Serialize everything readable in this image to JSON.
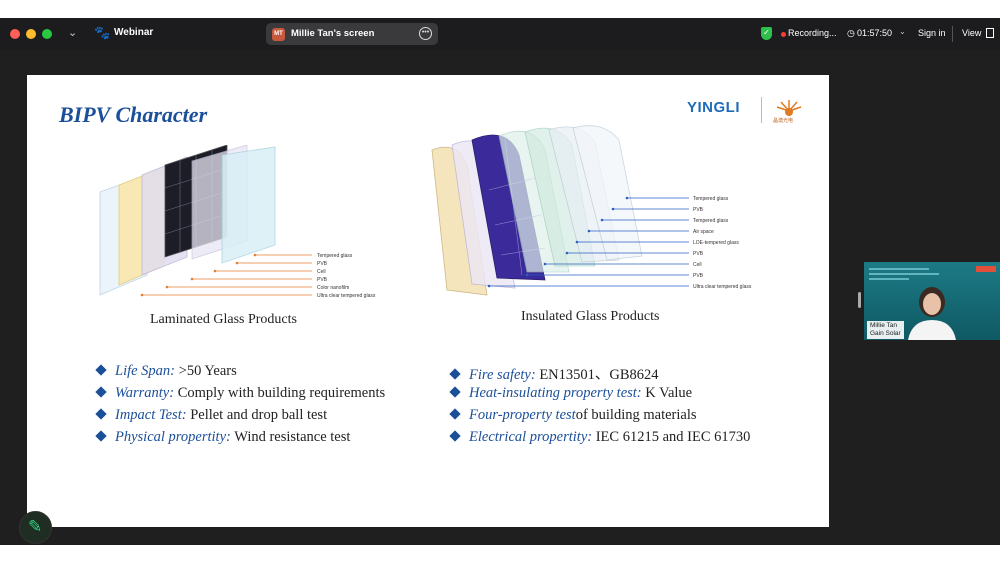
{
  "topbar": {
    "app_label": "Webinar",
    "share_avatar": "MT",
    "share_title": "Millie Tan's screen",
    "recording": "Recording...",
    "timer": "01:57:50",
    "signin": "Sign in",
    "view": "View"
  },
  "slide": {
    "title": "BIPV Character",
    "logo": "YINGLI",
    "logo_sub": "晶澳光电",
    "left_caption": "Laminated Glass Products",
    "right_caption": "Insulated Glass Products",
    "left_layers": [
      "Tempered glass",
      "PVB",
      "Cell",
      "PVB",
      "Color nanofilm",
      "Ultra clear tempered glass"
    ],
    "right_layers": [
      "Tempered glass",
      "PVB",
      "Tempered glass",
      "Air space",
      "LOE-tempered glass",
      "PVB",
      "Cell",
      "PVB",
      "Ultra clear tempered glass"
    ],
    "left_bullets": [
      {
        "key": "Life Span:",
        "text": ">50 Years"
      },
      {
        "key": "Warranty:",
        "text": "Comply with building requirements"
      },
      {
        "key": "Impact Test:",
        "text": "Pellet and drop ball test"
      },
      {
        "key": "Physical propertity:",
        "text": "Wind resistance test"
      }
    ],
    "right_bullets": [
      {
        "key": "Fire safety:",
        "text": "EN13501、GB8624"
      },
      {
        "key": "Heat-insulating property test:",
        "text": "K Value"
      },
      {
        "key": "Four-property test",
        "text": "of building materials"
      },
      {
        "key": "Electrical propertity:",
        "text": "IEC 61215 and  IEC 61730"
      }
    ]
  },
  "participant": {
    "name": "Millie Tan",
    "company": "Gain Solar"
  },
  "colors": {
    "accent": "#1b4f9a",
    "topbar": "#1c1c1e",
    "record": "#ff3b30"
  }
}
